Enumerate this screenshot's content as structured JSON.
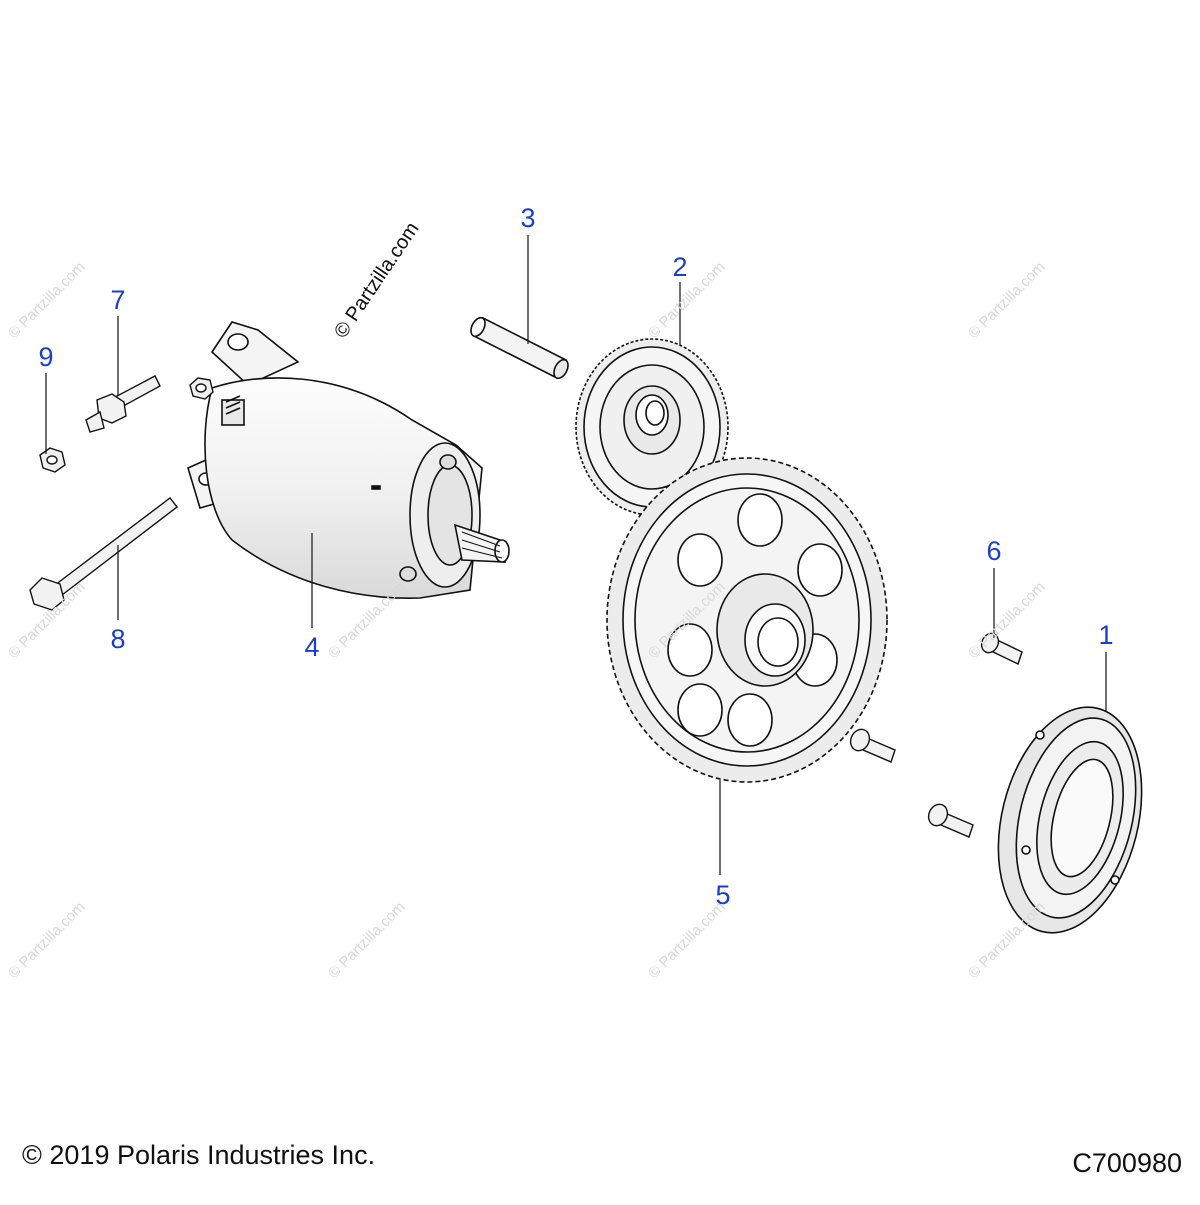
{
  "watermark": {
    "main": "© Partzilla.com",
    "repeat": "© Partzilla.com"
  },
  "callouts": {
    "c1": "1",
    "c2": "2",
    "c3": "3",
    "c4": "4",
    "c5": "5",
    "c6": "6",
    "c7": "7",
    "c8": "8",
    "c9": "9"
  },
  "footer": {
    "copyright": "© 2019 Polaris Industries Inc.",
    "diagram_code": "C700980"
  },
  "colors": {
    "callout": "#1a3fd0",
    "line": "#111111"
  }
}
